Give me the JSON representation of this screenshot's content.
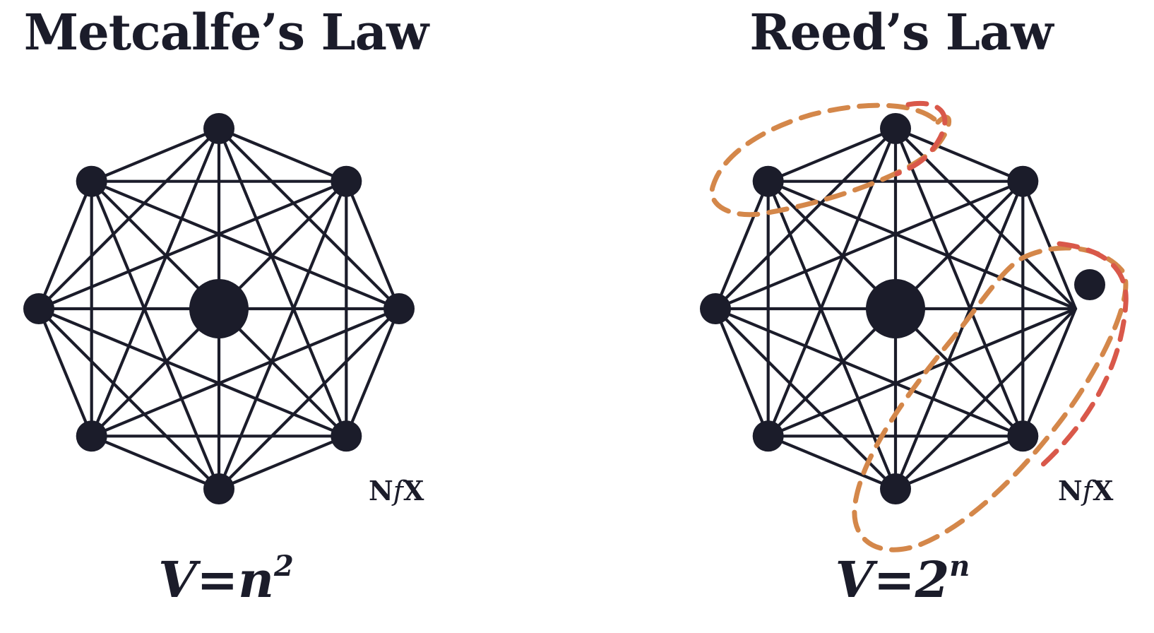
{
  "panels": [
    {
      "title": "Metcalfe’s Law",
      "formula_base": "V=n",
      "formula_exp": "2",
      "logo": {
        "left": "N",
        "mid": "f",
        "right": "X"
      }
    },
    {
      "title": "Reed’s Law",
      "formula_base": "V=2",
      "formula_exp": "n",
      "logo": {
        "left": "N",
        "mid": "f",
        "right": "X"
      }
    }
  ],
  "colors": {
    "ink": "#1b1c2a",
    "orange_dash": "#d4874a",
    "red_dash": "#d9584a"
  }
}
